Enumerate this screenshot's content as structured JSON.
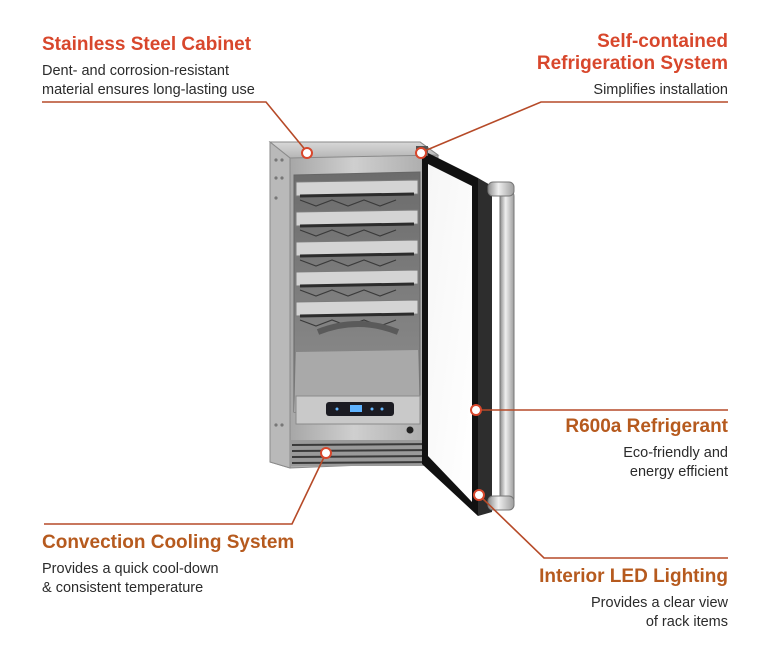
{
  "colors": {
    "accent_red": "#d8472c",
    "accent_brown": "#b65a1e",
    "leader": "#b64a28"
  },
  "icons": {
    "stainless": "leader-dot-icon",
    "refrig": "leader-dot-icon",
    "r600a": "leader-dot-icon",
    "convection": "leader-dot-icon",
    "led": "leader-dot-icon"
  },
  "callouts": {
    "stainless": {
      "title": "Stainless Steel Cabinet",
      "desc_line1": "Dent- and corrosion-resistant",
      "desc_line2": "material ensures long-lasting use"
    },
    "refrigeration": {
      "title_line1": "Self-contained",
      "title_line2": "Refrigeration System",
      "desc": "Simplifies installation"
    },
    "r600a": {
      "title": "R600a Refrigerant",
      "desc_line1": "Eco-friendly and",
      "desc_line2": "energy efficient"
    },
    "convection": {
      "title": "Convection Cooling System",
      "desc_line1": "Provides a quick cool-down",
      "desc_line2": "& consistent temperature"
    },
    "led": {
      "title": "Interior LED Lighting",
      "desc_line1": "Provides a clear view",
      "desc_line2": "of rack items"
    }
  }
}
